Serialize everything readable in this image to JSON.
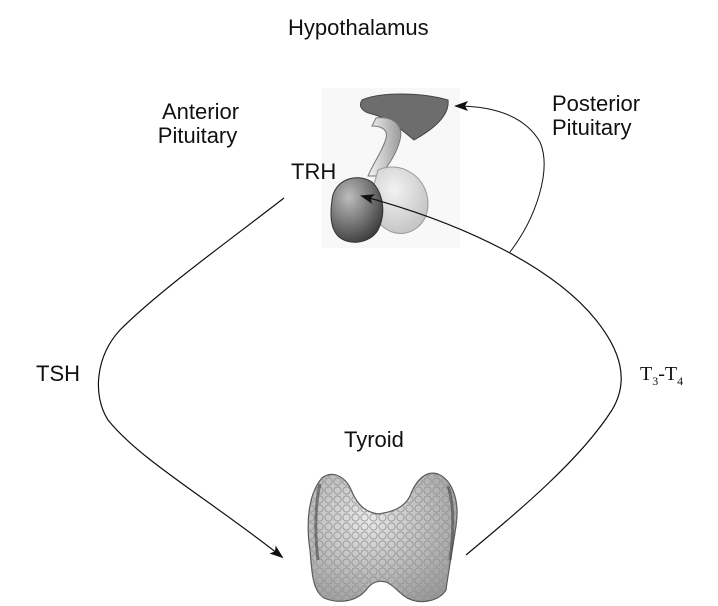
{
  "labels": {
    "hypothalamus": "Hypothalamus",
    "anterior_line1": "Anterior",
    "anterior_line2": "Pituitary",
    "posterior_line1": "Posterior",
    "posterior_line2": "Pituitary",
    "trh": "TRH",
    "tsh": "TSH",
    "t3t4": "T3-T4",
    "t3t4_parts": {
      "t": "T",
      "sub3": "3",
      "dash": "-",
      "t2": "T",
      "sub4": "4"
    },
    "thyroid": "Tyroid"
  },
  "icons": {
    "gland": "pituitary-gland-icon",
    "thyroid": "thyroid-gland-icon"
  },
  "colors": {
    "text": "#111111",
    "line": "#111111",
    "gland_dark": "#5d5d5d",
    "gland_light": "#d6d6d6",
    "thyroid": "#b9b9b9"
  }
}
